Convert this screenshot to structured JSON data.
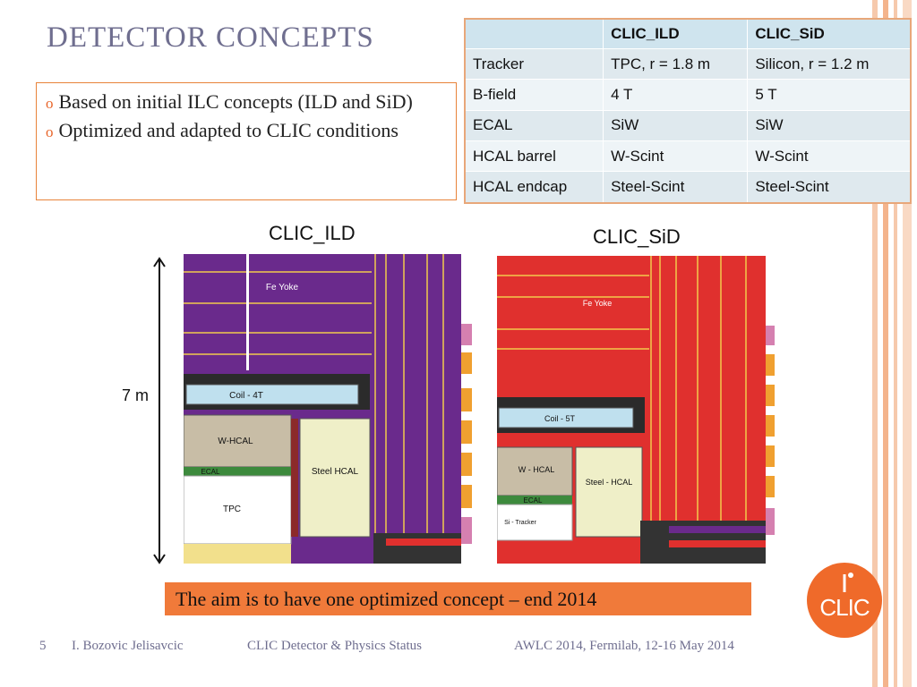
{
  "slide": {
    "title": "DETECTOR CONCEPTS",
    "bullets": [
      "Based on initial ILC concepts (ILD and SiD)",
      "Optimized and adapted to CLIC conditions"
    ],
    "bullet_marker": "o",
    "banner": "The aim is to have one optimized concept – end 2014",
    "page_number": "5",
    "footer": {
      "author": "I. Bozovic Jelisavcic",
      "title": "CLIC Detector & Physics Status",
      "event": "AWLC 2014, Fermilab, 12-16 May 2014"
    },
    "logo_text": "CLIC"
  },
  "table": {
    "headers": [
      "",
      "CLIC_ILD",
      "CLIC_SiD"
    ],
    "rows": [
      [
        "Tracker",
        "TPC,  r = 1.8 m",
        "Silicon,  r = 1.2 m"
      ],
      [
        "B-field",
        "4 T",
        "5 T"
      ],
      [
        "ECAL",
        "SiW",
        "SiW"
      ],
      [
        "HCAL barrel",
        "W-Scint",
        "W-Scint"
      ],
      [
        "HCAL endcap",
        "Steel-Scint",
        "Steel-Scint"
      ]
    ]
  },
  "diagram": {
    "ild_title": "CLIC_ILD",
    "sid_title": "CLIC_SiD",
    "scale_label": "7 m",
    "ild_labels": {
      "yoke": "Fe Yoke",
      "coil": "Coil - 4T",
      "hcal": "W-HCAL",
      "ecal": "ECAL",
      "tpc": "TPC",
      "steel_hcal": "Steel HCAL"
    },
    "sid_labels": {
      "yoke": "Fe Yoke",
      "coil": "Coil - 5T",
      "hcal": "W - HCAL",
      "ecal": "ECAL",
      "tracker": "Si - Tracker",
      "steel_hcal": "Steel - HCAL"
    },
    "colors": {
      "ild_yoke": "#6a2a8c",
      "sid_yoke": "#e0302e",
      "coil": "#bfe0ee",
      "hcal": "#c8bda6",
      "steel_hcal": "#efefc8",
      "ecal": "#3d8a3d",
      "accent": "#f07a3a",
      "title": "#6f6e8f"
    }
  }
}
